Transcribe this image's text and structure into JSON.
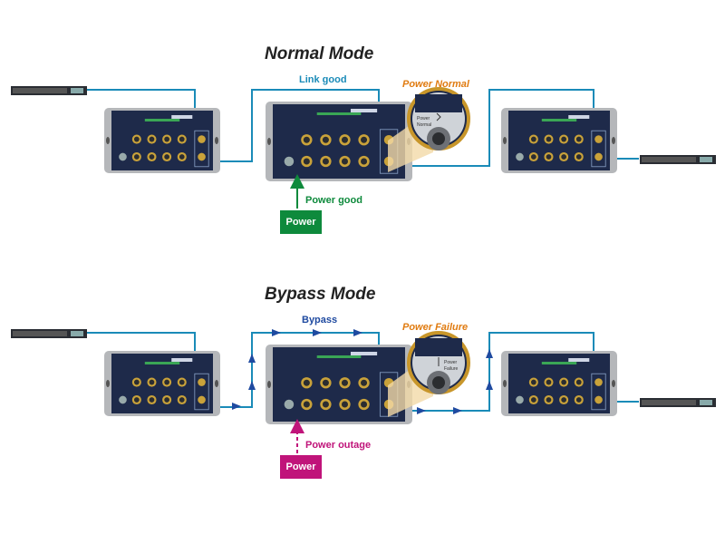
{
  "normal": {
    "title": "Normal Mode",
    "link_label": "Link good",
    "power_status": "Power Normal",
    "power_good_label": "Power good",
    "power_button": "Power",
    "zoom_text": [
      "Power",
      "Normal"
    ]
  },
  "bypass": {
    "title": "Bypass Mode",
    "link_label": "Bypass",
    "power_status": "Power Failure",
    "power_outage_label": "Power outage",
    "power_button": "Power",
    "zoom_text": [
      "Power",
      "Failure"
    ]
  },
  "colors": {
    "link": "#1a8bb8",
    "bypass_arrow": "#1f4aa0",
    "power_normal_box": "#0e8a3c",
    "power_failure_box": "#c0147a",
    "status_orange": "#e07b10",
    "switch_panel": "#1e2a4a",
    "switch_frame": "#b5b7ba"
  },
  "icons": [
    "rack-switch-icon",
    "industrial-switch-icon",
    "zoom-lens-icon",
    "arrow-icon"
  ]
}
